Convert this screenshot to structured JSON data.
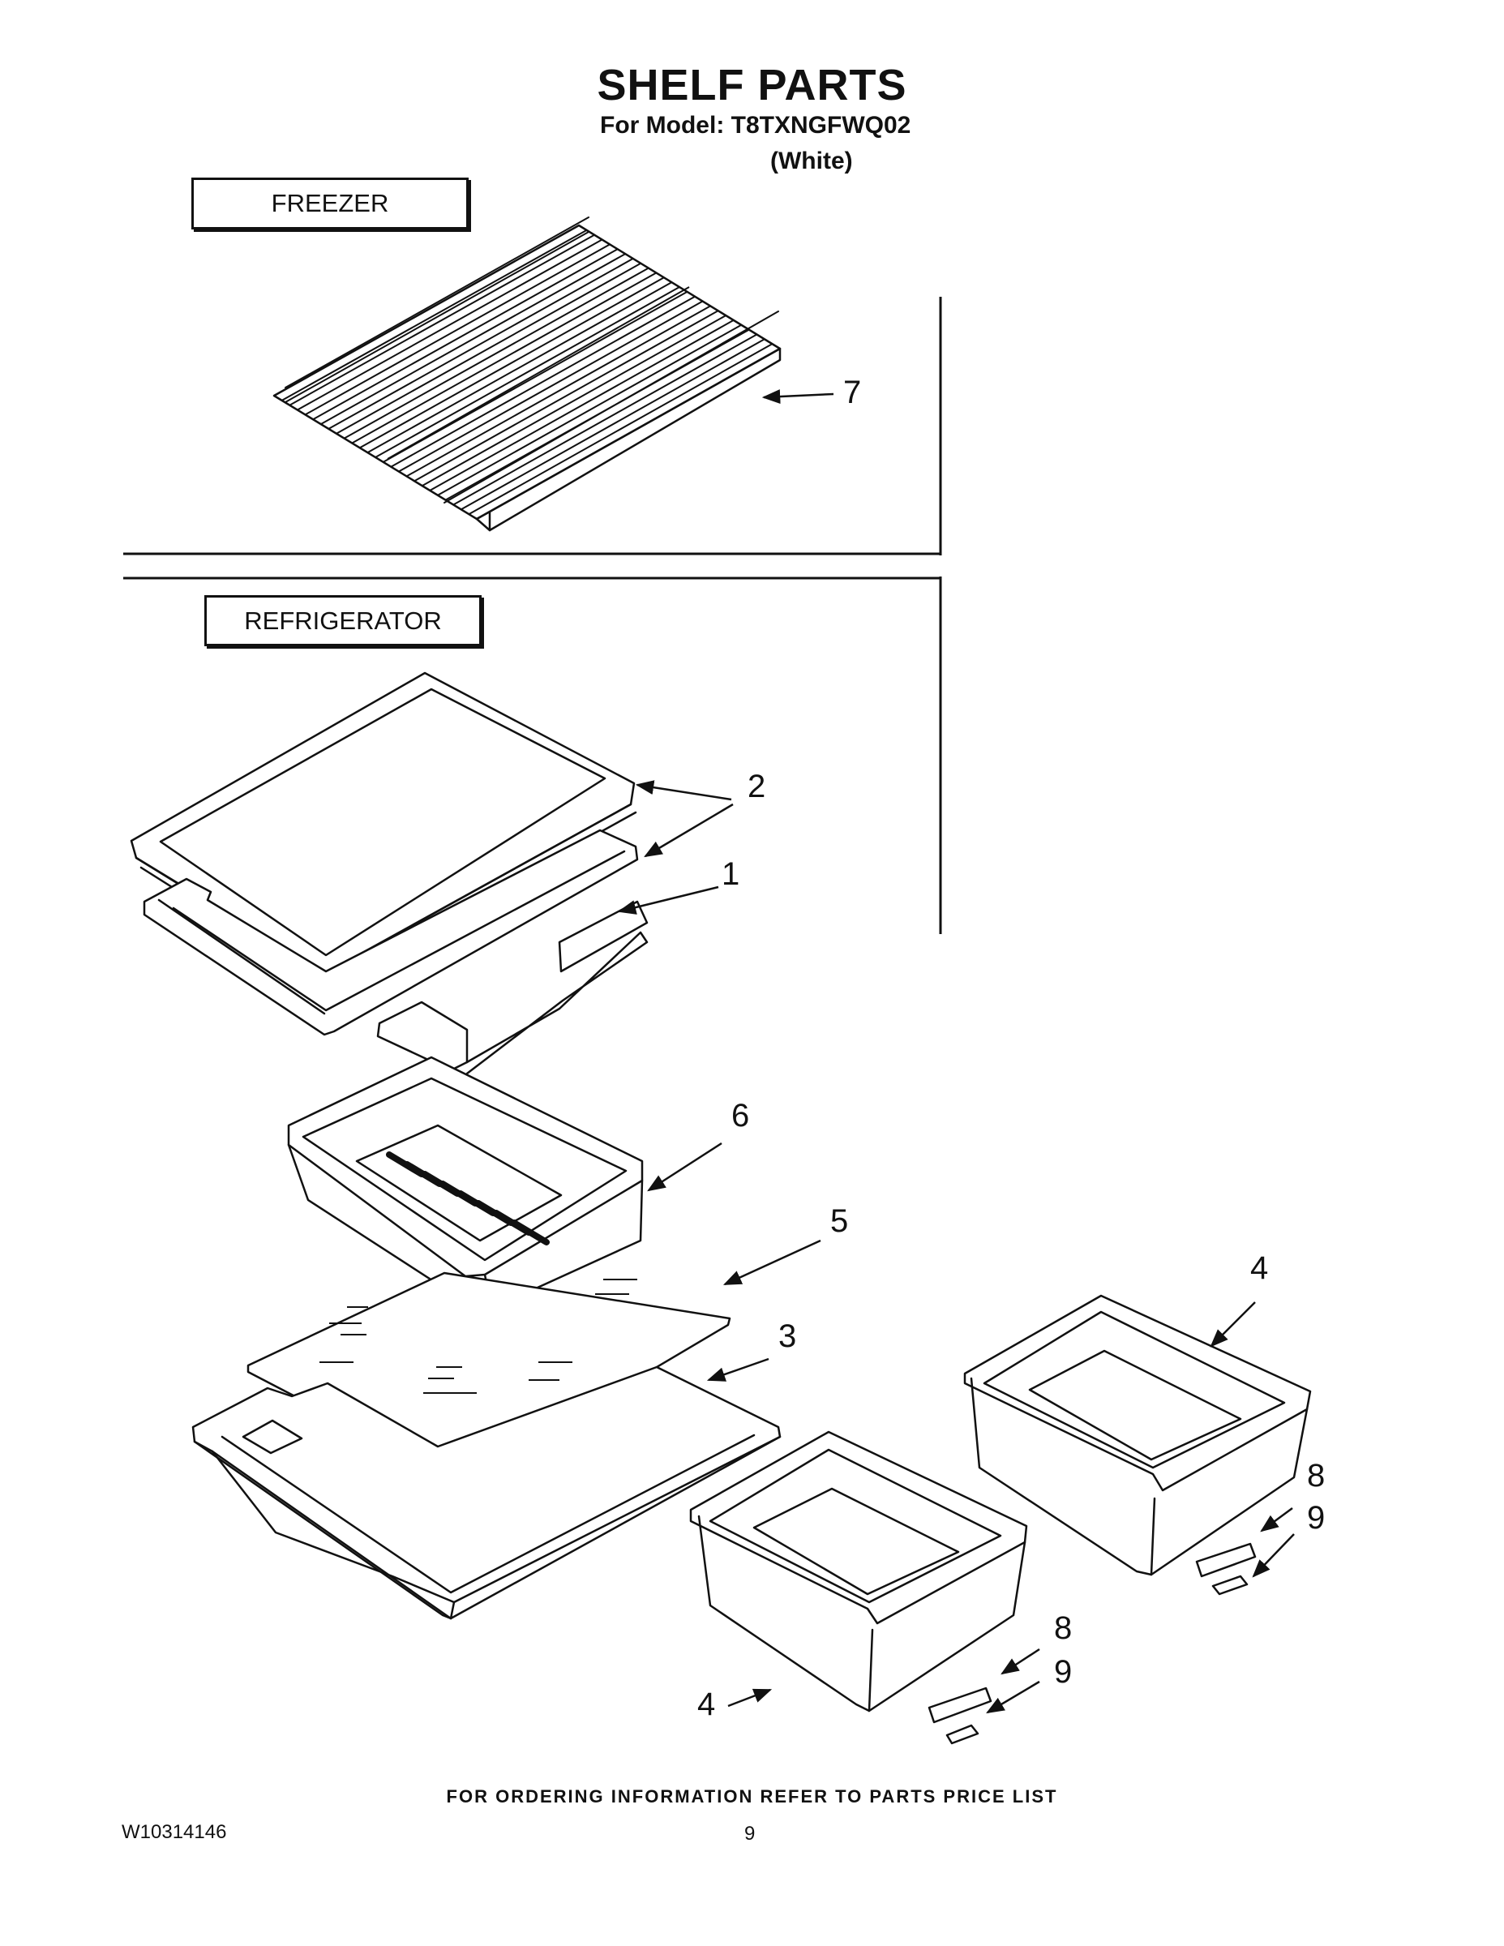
{
  "header": {
    "title": "SHELF PARTS",
    "model_line": "For Model: T8TXNGFWQ02",
    "variant": "(White)"
  },
  "sections": {
    "freezer": "FREEZER",
    "refrigerator": "REFRIGERATOR"
  },
  "callouts": [
    "7",
    "2",
    "1",
    "6",
    "5",
    "3",
    "4",
    "4",
    "8",
    "9",
    "8",
    "9"
  ],
  "footer": {
    "note": "FOR ORDERING INFORMATION REFER TO PARTS PRICE LIST",
    "doc_number": "W10314146",
    "page": "9"
  }
}
